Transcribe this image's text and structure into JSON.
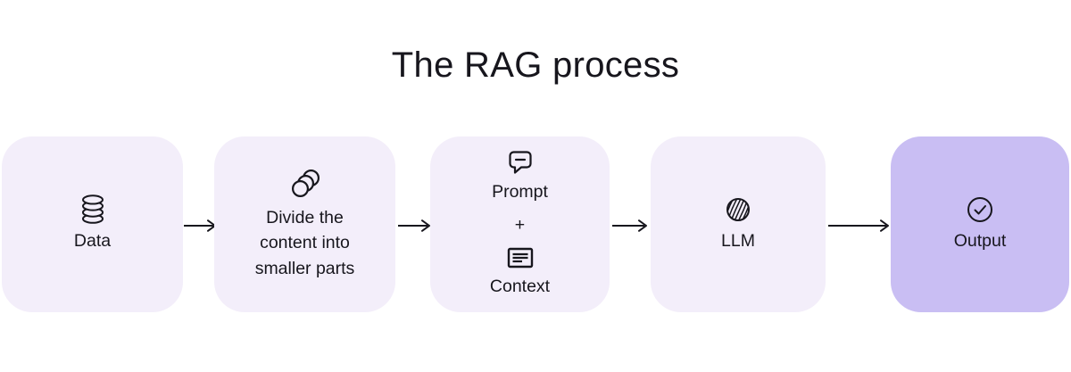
{
  "title": "The RAG process",
  "colors": {
    "background": "#ffffff",
    "box_light": "#f3eefa",
    "box_accent": "#c9bef3",
    "ink": "#17161d"
  },
  "steps": [
    {
      "id": "data",
      "label": "Data",
      "icon": "database-icon"
    },
    {
      "id": "chunking",
      "label": "Divide the content into smaller parts",
      "icon": "chunks-icon"
    },
    {
      "id": "prompt-context",
      "labels": {
        "prompt": "Prompt",
        "plus": "+",
        "context": "Context"
      },
      "icons": [
        "chat-bubble-icon",
        "document-icon"
      ]
    },
    {
      "id": "llm",
      "label": "LLM",
      "icon": "sphere-icon"
    },
    {
      "id": "output",
      "label": "Output",
      "icon": "check-circle-icon"
    }
  ]
}
